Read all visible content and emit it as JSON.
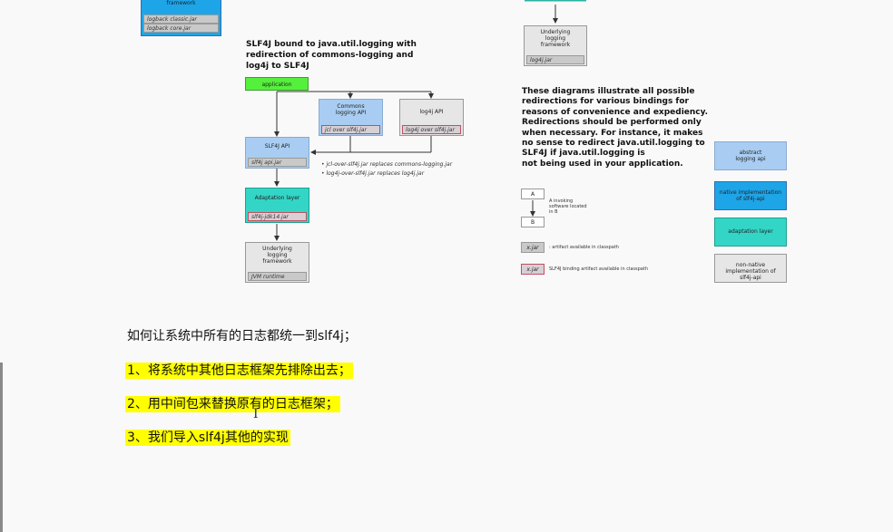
{
  "top_left_box": {
    "label": "framework",
    "jars": [
      "logback classic.jar",
      "logback core.jar"
    ]
  },
  "diagram": {
    "title_lines": [
      "SLF4J bound to java.util.logging with",
      "redirection of commons-logging and",
      "log4j to SLF4J"
    ],
    "application": "application",
    "commons_logging": {
      "label": "Commons logging API",
      "jar": "jcl over slf4j.jar"
    },
    "log4j_api": {
      "label": "log4j API",
      "jar": "log4j over slf4j.jar"
    },
    "slf4j_api": {
      "label": "SLF4J API",
      "jar": "slf4j api.jar"
    },
    "notes": [
      "• jcl-over-slf4j.jar replaces commons-logging.jar",
      "• log4j-over-slf4j.jar replaces log4j.jar"
    ],
    "adaptation_layer": {
      "label": "Adaptation layer",
      "jar": "slf4j-jdk14.jar"
    },
    "underlying": {
      "label": "Underlying logging framework",
      "jar": "JVM runtime"
    }
  },
  "right_top_box": {
    "label": "Underlying logging framework",
    "jar": "log4j.jar"
  },
  "description_lines": [
    "These diagrams illustrate all possible",
    "redirections for various bindings for",
    "reasons of convenience and expediency.",
    "Redirections should be performed only",
    "when necessary. For instance, it makes",
    "no sense to redirect java.util.logging to",
    "SLF4J if java.util.logging is",
    "not being used in your application."
  ],
  "legend": {
    "a": "A",
    "b": "B",
    "invoking_lines": [
      "A invoking",
      "software located",
      "in B"
    ],
    "jar_sample": "x.jar",
    "jar_text": ": artifact available in classpath",
    "bind_jar_sample": "x.jar",
    "bind_jar_text": "SLF4J binding artifact available in classpath",
    "abstract_api": "abstract logging api",
    "native_impl": "native implementation of slf4j-api",
    "adaptation": "adaptation layer",
    "non_native": "non-native implementation of slf4j-api"
  },
  "colors": {
    "application": "#55f03c",
    "slf4j_api": "#a9cdf2",
    "adaptation": "#33d6c6",
    "native": "#1ea5e8",
    "underlying": "#dcdcdc",
    "highlight": "#ffff00"
  },
  "chinese": {
    "question": "如何让系统中所有的日志都统一到slf4j；",
    "step1": "1、将系统中其他日志框架先排除出去；",
    "step2": "2、用中间包来替换原有的日志框架；",
    "step3": "3、我们导入slf4j其他的实现"
  },
  "cursor": "I"
}
